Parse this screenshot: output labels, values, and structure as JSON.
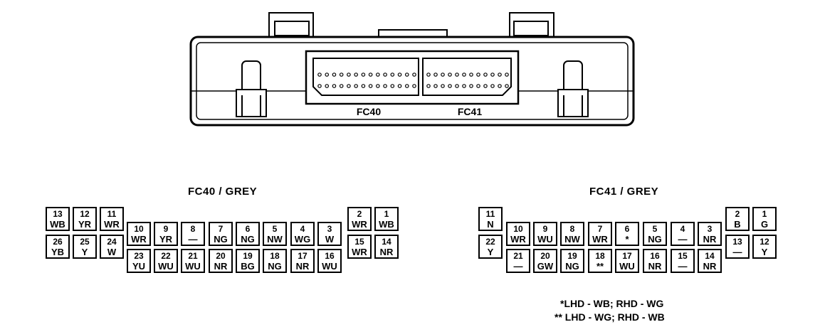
{
  "ecu_labels": {
    "left": "FC40",
    "right": "FC41"
  },
  "fc40": {
    "title": "FC40 / GREY",
    "pins": [
      {
        "num": "13",
        "color": "WB"
      },
      {
        "num": "12",
        "color": "YR"
      },
      {
        "num": "11",
        "color": "WR"
      },
      {
        "num": "26",
        "color": "YB"
      },
      {
        "num": "25",
        "color": "Y"
      },
      {
        "num": "24",
        "color": "W"
      },
      {
        "num": "10",
        "color": "WR"
      },
      {
        "num": "9",
        "color": "YR"
      },
      {
        "num": "8",
        "color": "—"
      },
      {
        "num": "7",
        "color": "NG"
      },
      {
        "num": "6",
        "color": "NG"
      },
      {
        "num": "5",
        "color": "NW"
      },
      {
        "num": "4",
        "color": "WG"
      },
      {
        "num": "3",
        "color": "W"
      },
      {
        "num": "23",
        "color": "YU"
      },
      {
        "num": "22",
        "color": "WU"
      },
      {
        "num": "21",
        "color": "WU"
      },
      {
        "num": "20",
        "color": "NR"
      },
      {
        "num": "19",
        "color": "BG"
      },
      {
        "num": "18",
        "color": "NG"
      },
      {
        "num": "17",
        "color": "NR"
      },
      {
        "num": "16",
        "color": "WU"
      },
      {
        "num": "2",
        "color": "WR"
      },
      {
        "num": "1",
        "color": "WB"
      },
      {
        "num": "15",
        "color": "WR"
      },
      {
        "num": "14",
        "color": "NR"
      }
    ]
  },
  "fc41": {
    "title": "FC41 / GREY",
    "pins": [
      {
        "num": "11",
        "color": "N"
      },
      {
        "num": "22",
        "color": "Y"
      },
      {
        "num": "10",
        "color": "WR"
      },
      {
        "num": "9",
        "color": "WU"
      },
      {
        "num": "8",
        "color": "NW"
      },
      {
        "num": "7",
        "color": "WR"
      },
      {
        "num": "6",
        "color": "*"
      },
      {
        "num": "5",
        "color": "NG"
      },
      {
        "num": "4",
        "color": "—"
      },
      {
        "num": "3",
        "color": "NR"
      },
      {
        "num": "21",
        "color": "—"
      },
      {
        "num": "20",
        "color": "GW"
      },
      {
        "num": "19",
        "color": "NG"
      },
      {
        "num": "18",
        "color": "**"
      },
      {
        "num": "17",
        "color": "WU"
      },
      {
        "num": "16",
        "color": "NR"
      },
      {
        "num": "15",
        "color": "—"
      },
      {
        "num": "14",
        "color": "NR"
      },
      {
        "num": "2",
        "color": "B"
      },
      {
        "num": "1",
        "color": "G"
      },
      {
        "num": "13",
        "color": "—"
      },
      {
        "num": "12",
        "color": "Y"
      }
    ]
  },
  "notes": [
    "*LHD - WB; RHD - WG",
    "** LHD - WG; RHD - WB"
  ]
}
